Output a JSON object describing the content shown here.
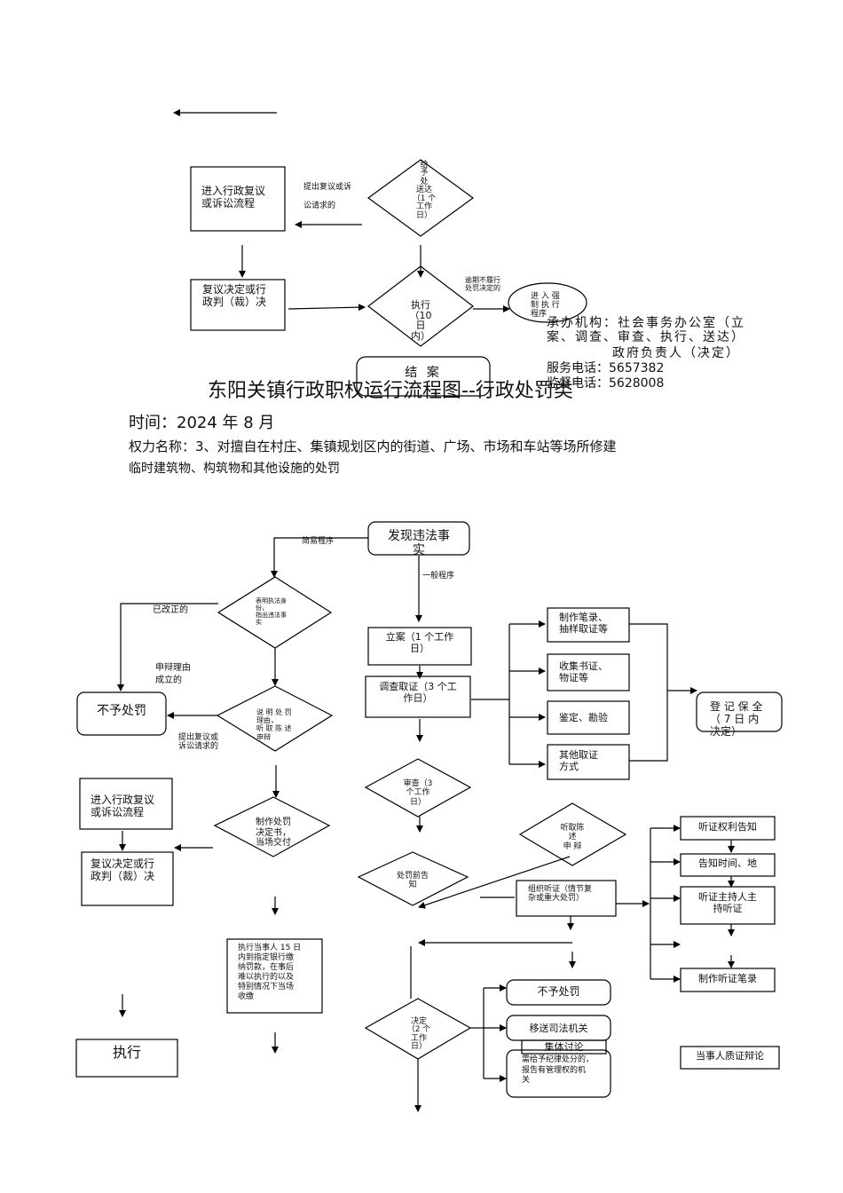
{
  "header": {
    "title": "东阳关镇行政职权运行流程图--行政处罚类",
    "time": "时间：2024 年 8 月",
    "power_name": "权力名称：3、对擅自在村庄、集镇规划区内的街道、广场、市场和车站等场所修建",
    "power_name_cont": "临时建筑物、构筑物和其他设施的处罚"
  },
  "info": {
    "agency": "承办机构：社会事务办公室（立\n案、调查、审查、执行、送达）",
    "responsible": "政府负责人（决定）",
    "service_phone": "服务电话：5657382",
    "supervise_phone": "监督电话：5628008"
  },
  "top": {
    "admin_review": "进入行政复议\n或诉讼流程",
    "appeal_label": "提出复议或诉\n\n讼请求的",
    "deliver": "给\n予\n处\n送达\n（1 个\n工作\n日）",
    "review_decision": "复议决定或行\n政判（裁）决",
    "overdue": "逾期不履行\n处罚决定的",
    "execute": "执行\n（10\n日\n内）",
    "enforce": "进 入 强\n制 执 行\n程序",
    "close": "结  案"
  },
  "main": {
    "discover": "发现违法事\n实",
    "simple": "简易程序",
    "general": "一般程序",
    "show_id": "表明执法身\n份，\n指出违法事\n实",
    "corrected": "已改正的",
    "defense_ok": "申辩理由\n成立的",
    "no_penalty_left": "不予处罚",
    "explain": "说 明 处 罚\n理由，\n听 取 陈 述\n申辩",
    "appeal_left": "提出复议或\n诉讼请求的",
    "admin_review_left": "进入行政复议\n或诉讼流程",
    "review_decision_left": "复议决定或行\n政判（裁）决",
    "make_decision": "制作处罚\n决定书，\n当场交付",
    "execute_left": "执行",
    "pay": "执行当事人 15 日\n内到指定银行缴\n纳罚款，在事后\n难以执行的以及\n特别情况下当场\n收缴",
    "file_case": "立案（1 个工作\n日）",
    "investigate": "调查取证（3 个工\n作日）",
    "ev1": "制作笔录、\n抽样取证等",
    "ev2": "收集书证、\n物证等",
    "ev3": "鉴定、勘验",
    "ev4": "其他取证\n方式",
    "register": "登 记 保 全\n（ 7 日 内\n决定）",
    "audit": "审查（3\n个工作\n日）",
    "pre_notice": "处罚前告\n知",
    "hear_statement": "听取陈\n述\n申  辩",
    "hearing": "组织听证（情节复\n杂或重大处罚）",
    "h1": "听证权利告知",
    "h2": "告知时间、地",
    "h3": "听证主持人主\n持听证",
    "h4": "制作听证笔录",
    "debate": "当事人质证辩论",
    "decide": "决定\n（2 个\n工作\n日）",
    "d1": "不予处罚",
    "d2": "移送司法机关",
    "d2b": "集体讨论",
    "d3": "需给予纪律处分的，\n报告有管理权的机\n关"
  }
}
